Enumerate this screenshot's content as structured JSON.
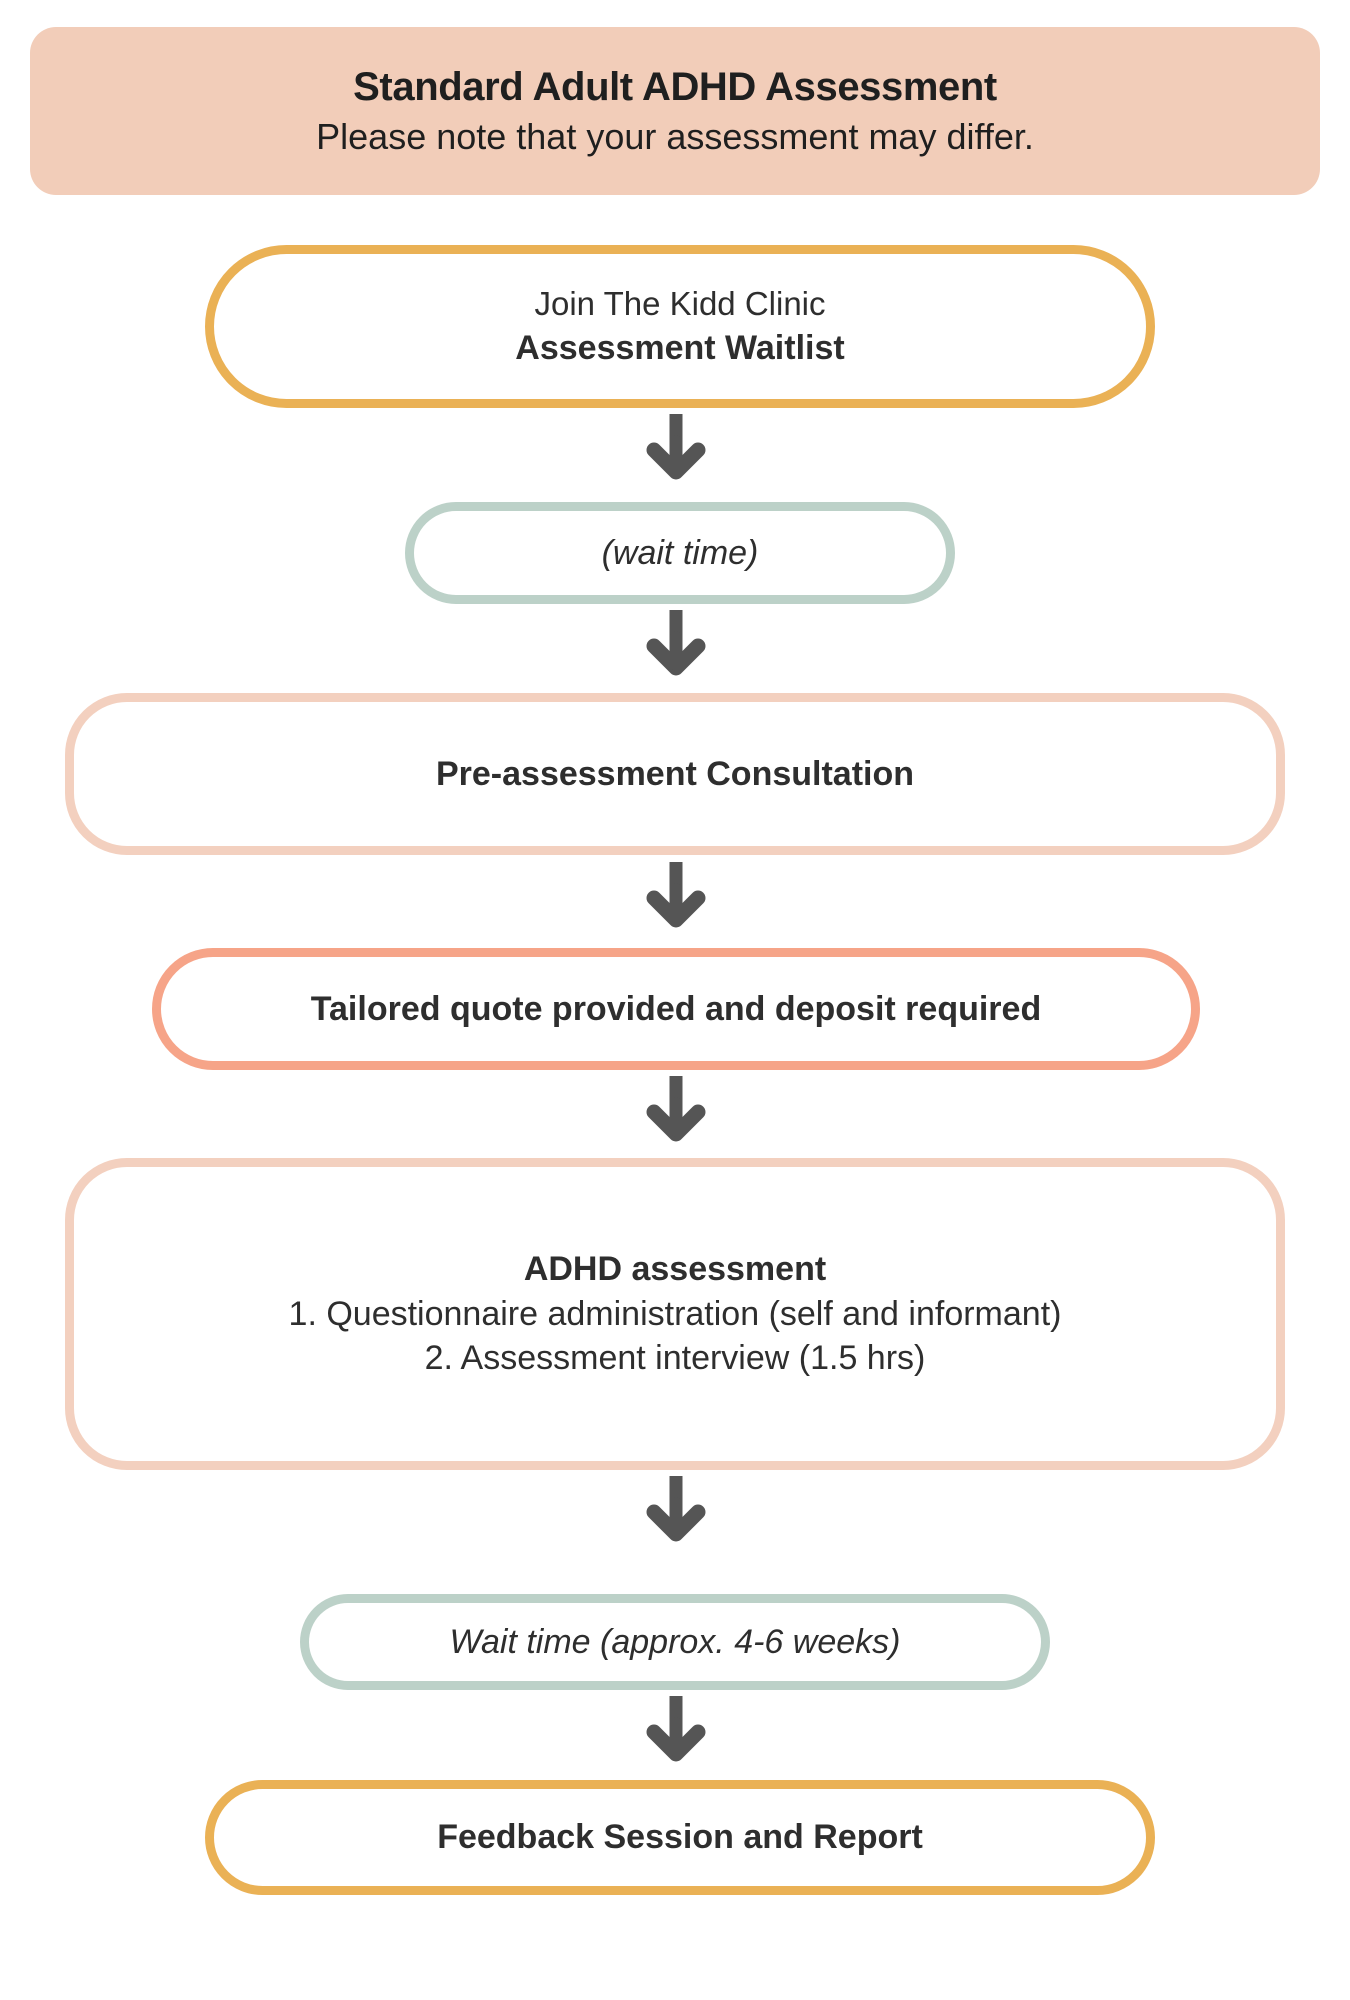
{
  "header": {
    "title": "Standard Adult ADHD Assessment",
    "subtitle": "Please note that your assessment may differ.",
    "background_color": "#f2cdb9"
  },
  "colors": {
    "gold": "#eab155",
    "sage": "#bcd1c8",
    "light_pink": "#f3d0bf",
    "salmon": "#f6a488",
    "arrow_gray": "#555555",
    "text": "#2e2e2e",
    "page_background": "#ffffff"
  },
  "flow": {
    "steps": [
      {
        "id": "waitlist",
        "border_color": "#eab155",
        "lines": [
          {
            "text": "Join The Kidd Clinic",
            "weight": "regular",
            "style": "normal"
          },
          {
            "text": "Assessment Waitlist",
            "weight": "bold",
            "style": "normal"
          }
        ]
      },
      {
        "id": "wait-time-1",
        "border_color": "#bcd1c8",
        "lines": [
          {
            "text": "(wait time)",
            "weight": "regular",
            "style": "italic"
          }
        ]
      },
      {
        "id": "pre-assessment-consultation",
        "border_color": "#f3d0bf",
        "lines": [
          {
            "text": "Pre-assessment Consultation",
            "weight": "bold",
            "style": "normal"
          }
        ]
      },
      {
        "id": "tailored-quote",
        "border_color": "#f6a488",
        "lines": [
          {
            "text": "Tailored quote provided and deposit required",
            "weight": "bold",
            "style": "normal"
          }
        ]
      },
      {
        "id": "adhd-assessment",
        "border_color": "#f3d0bf",
        "lines": [
          {
            "text": "ADHD assessment",
            "weight": "bold",
            "style": "normal"
          },
          {
            "text": "1. Questionnaire administration (self and informant)",
            "weight": "regular",
            "style": "normal"
          },
          {
            "text": "2. Assessment interview (1.5 hrs)",
            "weight": "regular",
            "style": "normal"
          }
        ]
      },
      {
        "id": "wait-time-2",
        "border_color": "#bcd1c8",
        "lines": [
          {
            "text": "Wait time (approx. 4-6 weeks)",
            "weight": "regular",
            "style": "italic"
          }
        ]
      },
      {
        "id": "feedback-session",
        "border_color": "#eab155",
        "lines": [
          {
            "text": "Feedback Session and Report",
            "weight": "bold",
            "style": "normal"
          }
        ]
      }
    ],
    "connector_count": 6,
    "connector_icon": "down-arrow-icon"
  }
}
